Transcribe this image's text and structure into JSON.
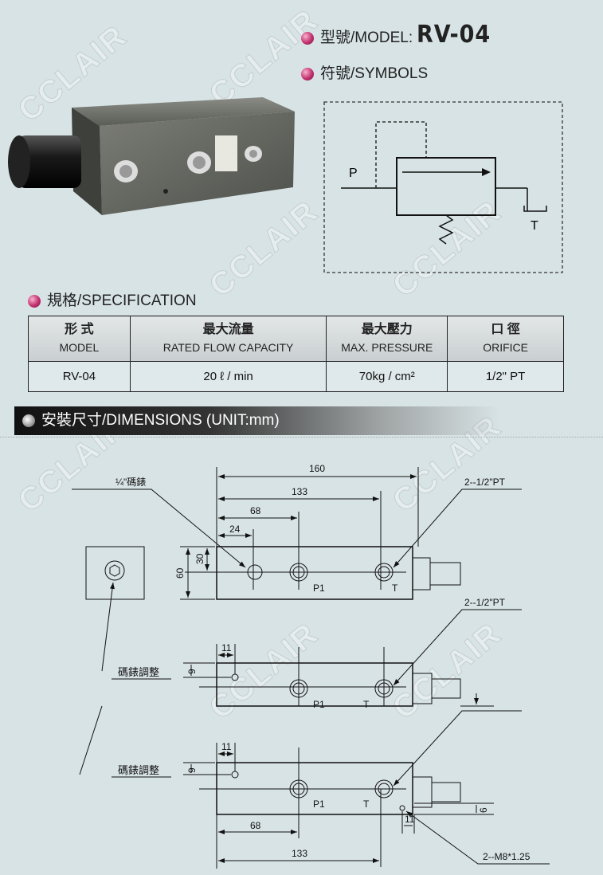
{
  "watermark": "CCLAIR",
  "header": {
    "model_label": "型號/MODEL:",
    "model_value": "RV-04",
    "symbols_label": "符號/SYMBOLS"
  },
  "symbol": {
    "p_label": "P",
    "t_label": "T"
  },
  "spec": {
    "title": "規格/SPECIFICATION",
    "columns": [
      {
        "zh": "形 式",
        "en": "MODEL"
      },
      {
        "zh": "最大流量",
        "en": "RATED FLOW CAPACITY"
      },
      {
        "zh": "最大壓力",
        "en": "MAX. PRESSURE"
      },
      {
        "zh": "口 徑",
        "en": "ORIFICE"
      }
    ],
    "row": [
      "RV-04",
      "20 ℓ / min",
      "70kg / cm²",
      "1/2\" PT"
    ]
  },
  "dimensions": {
    "title": "安裝尺寸/DIMENSIONS (UNIT:mm)",
    "gauge_label": "¼\"碼錶",
    "port_label": "2--1/2\"PT",
    "adjust_label": "碼錶調整",
    "mount_label": "2--M8*1.25",
    "p1": "P1",
    "t": "T",
    "dims": {
      "d160": "160",
      "d133": "133",
      "d68": "68",
      "d24": "24",
      "d60": "60",
      "d30": "30",
      "d11": "11",
      "d9": "9",
      "d6": "6"
    }
  }
}
